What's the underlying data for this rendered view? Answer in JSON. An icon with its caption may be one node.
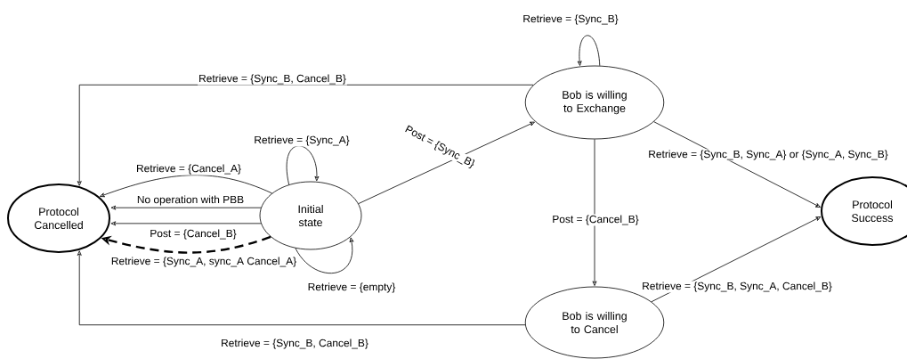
{
  "diagram": {
    "nodes": [
      {
        "text": [
          "Protocol Cancelled"
        ]
      },
      {
        "text": [
          "Initial state"
        ]
      },
      {
        "text": [
          "Bob is willing to Exchange"
        ]
      },
      {
        "text": [
          "Protocol Success"
        ]
      },
      {
        "text": [
          "Bob is willing to Cancel"
        ]
      }
    ],
    "edges": [
      {
        "from": 1,
        "to": 0,
        "arrow": "to",
        "label": "Retrieve = {Cancel_A}"
      },
      {
        "from": 1,
        "to": 0,
        "arrow": "to",
        "label": "No operation with PBB"
      },
      {
        "from": 1,
        "to": 0,
        "arrow": "to",
        "label": "Post = {Cancel_B}"
      },
      {
        "from": 1,
        "to": 0,
        "arrow": "to",
        "label": "Retrieve = {Sync_A, sync_A Cancel_A}",
        "style": "dashed"
      },
      {
        "from": 1,
        "to": 1,
        "arrow": "to",
        "label": "Retrieve = {Sync_A}"
      },
      {
        "from": 1,
        "to": 1,
        "arrow": "to",
        "label": "Retrieve = {empty}"
      },
      {
        "from": 1,
        "to": 2,
        "arrow": "to",
        "label": "Post = {Sync_B}"
      },
      {
        "from": 2,
        "to": 2,
        "arrow": "to",
        "label": "Retrieve = {Sync_B}"
      },
      {
        "from": 2,
        "to": 0,
        "arrow": "to",
        "label": "Retrieve = {Sync_B, Cancel_B}"
      },
      {
        "from": 2,
        "to": 3,
        "arrow": "to",
        "label": "Retrieve = {Sync_B, Sync_A} or {Sync_A, Sync_B}"
      },
      {
        "from": 2,
        "to": 4,
        "arrow": "to",
        "label": "Post = {Cancel_B}"
      },
      {
        "from": 4,
        "to": 3,
        "arrow": "to",
        "label": "Retrieve = {Sync_B, Sync_A, Cancel_B}"
      },
      {
        "from": 4,
        "to": 0,
        "arrow": "to",
        "label": "Retrieve = {Sync_B, Cancel_B}"
      }
    ]
  }
}
